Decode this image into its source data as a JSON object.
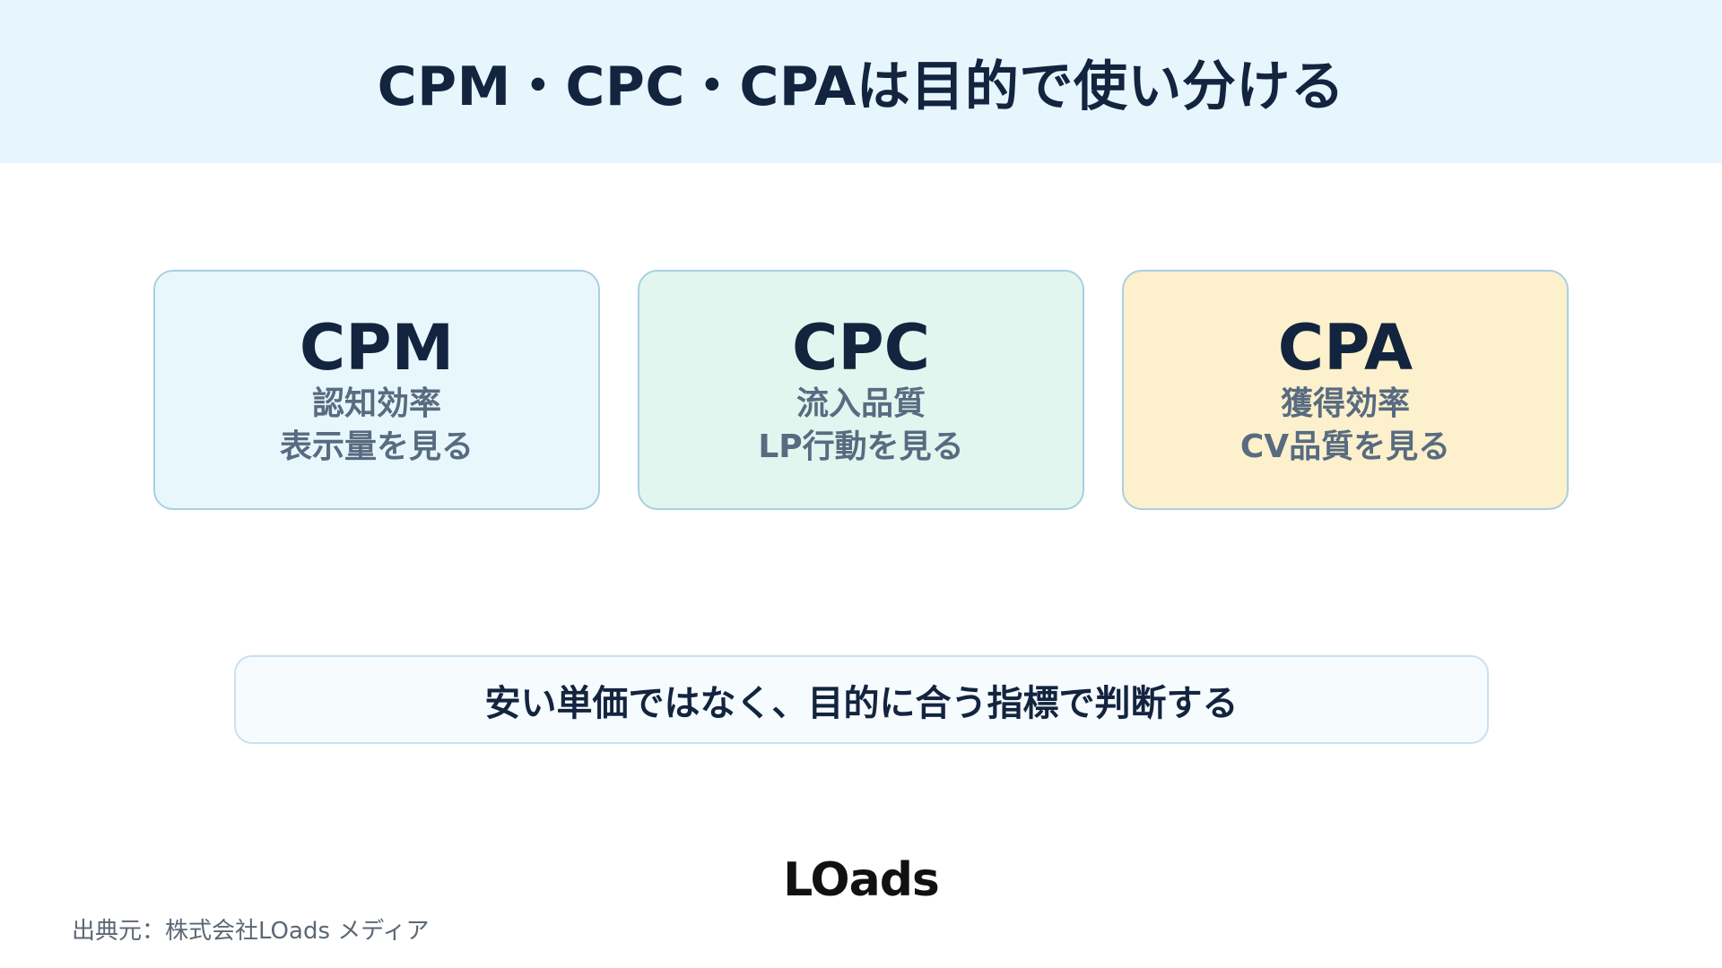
{
  "header": {
    "title": "CPM・CPC・CPAは目的で使い分ける"
  },
  "cards": [
    {
      "title": "CPM",
      "line1": "認知効率",
      "line2": "表示量を見る",
      "background": "#e8f7fc"
    },
    {
      "title": "CPC",
      "line1": "流入品質",
      "line2": "LP行動を見る",
      "background": "#e0f6ef"
    },
    {
      "title": "CPA",
      "line1": "獲得効率",
      "line2": "CV品質を見る",
      "background": "#fdf0cc"
    }
  ],
  "banner": {
    "text": "安い単価ではなく、目的に合う指標で判断する"
  },
  "logo": {
    "text": "LOads"
  },
  "footer": {
    "source": "出典元：株式会社LOads メディア"
  },
  "colors": {
    "header_bg": "#e7f5fd",
    "text_primary": "#13243f",
    "text_secondary": "#586b80",
    "card_border": "#a9cfe3"
  }
}
